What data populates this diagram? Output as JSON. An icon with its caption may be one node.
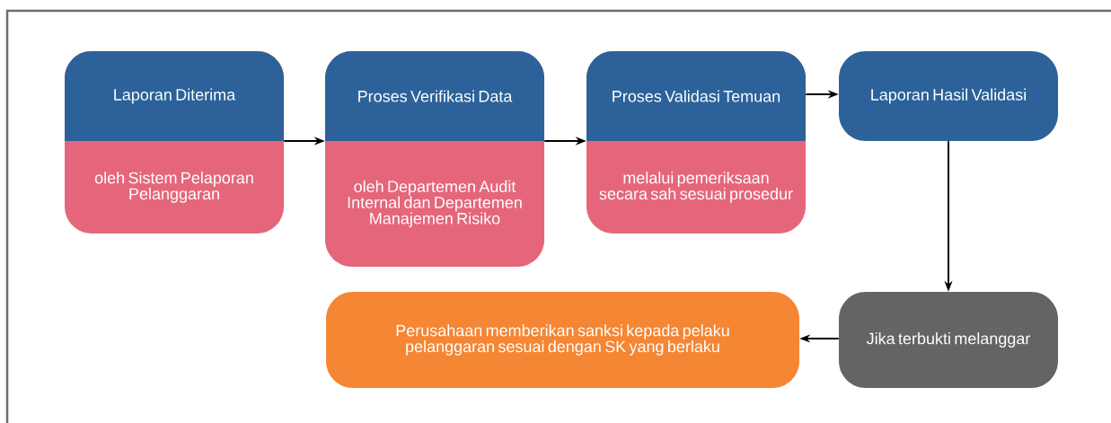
{
  "diagram": {
    "nodes": [
      {
        "text": [
          "Laporan Diterima",
          "oleh Sistem Pelaporan Pelanggaran"
        ]
      },
      {
        "text": [
          "Proses Verifikasi Data",
          "oleh Departemen Audit Internal dan Departemen Manajemen Risiko"
        ]
      },
      {
        "text": [
          "Proses Validasi Temuan",
          "melalui pemeriksaan secara sah sesuai prosedur"
        ]
      },
      {
        "text": [
          "Laporan Hasil Validasi"
        ]
      },
      {
        "text": [
          "Jika terbukti melanggar"
        ]
      },
      {
        "text": [
          "Perusahaan memberikan sanksi kepada pelaku pelanggaran sesuai dengan SK yang berlaku"
        ]
      }
    ],
    "edges": [
      {
        "from": 0,
        "to": 1,
        "arrow": "to"
      },
      {
        "from": 1,
        "to": 2,
        "arrow": "to"
      },
      {
        "from": 2,
        "to": 3,
        "arrow": "to"
      },
      {
        "from": 3,
        "to": 4,
        "arrow": "to"
      },
      {
        "from": 4,
        "to": 5,
        "arrow": "to"
      }
    ]
  }
}
